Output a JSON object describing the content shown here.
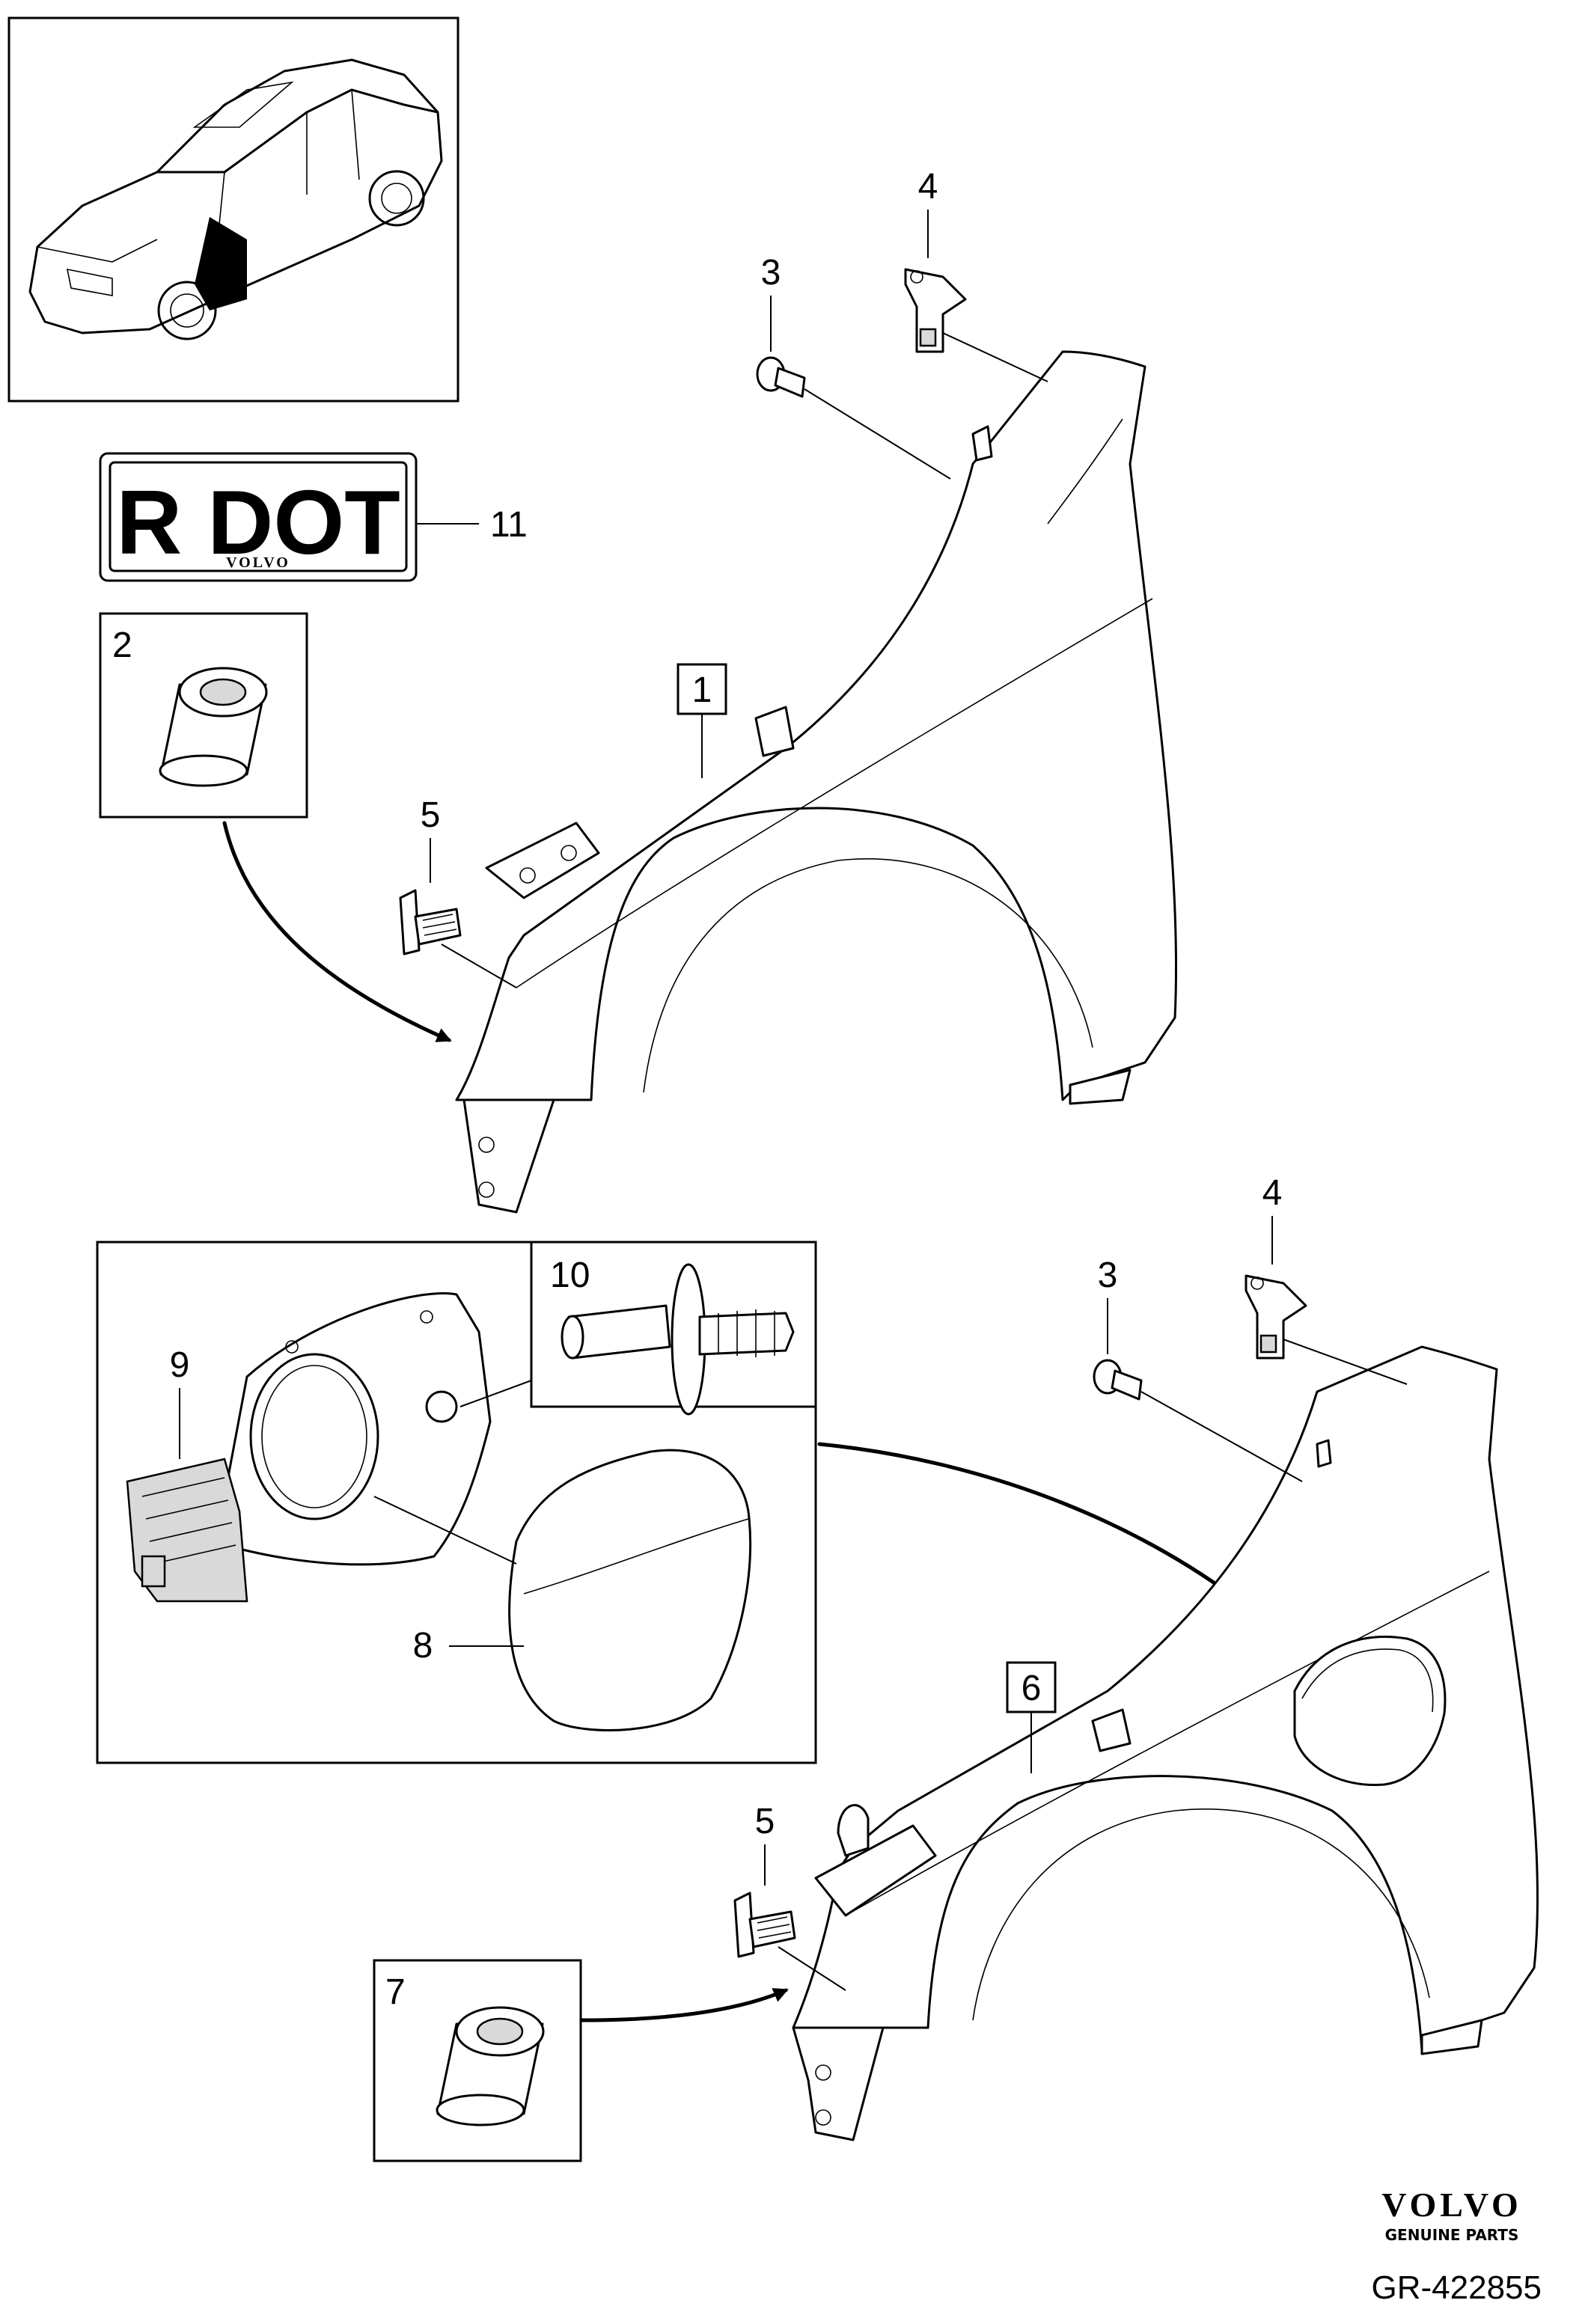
{
  "labels": {
    "p1": "1",
    "p2": "2",
    "p3a": "3",
    "p4a": "4",
    "p5a": "5",
    "p3b": "3",
    "p4b": "4",
    "p5b": "5",
    "p6": "6",
    "p7": "7",
    "p8": "8",
    "p9": "9",
    "p10": "10",
    "p11": "11"
  },
  "sticker": {
    "main_text": "R DOT",
    "brand_text": "VOLVO"
  },
  "footer": {
    "brand": "VOLVO",
    "tagline": "GENUINE PARTS",
    "reference": "GR-422855"
  },
  "colors": {
    "line": "#000000",
    "background": "#ffffff",
    "part_shade": "#d9d9d9"
  }
}
